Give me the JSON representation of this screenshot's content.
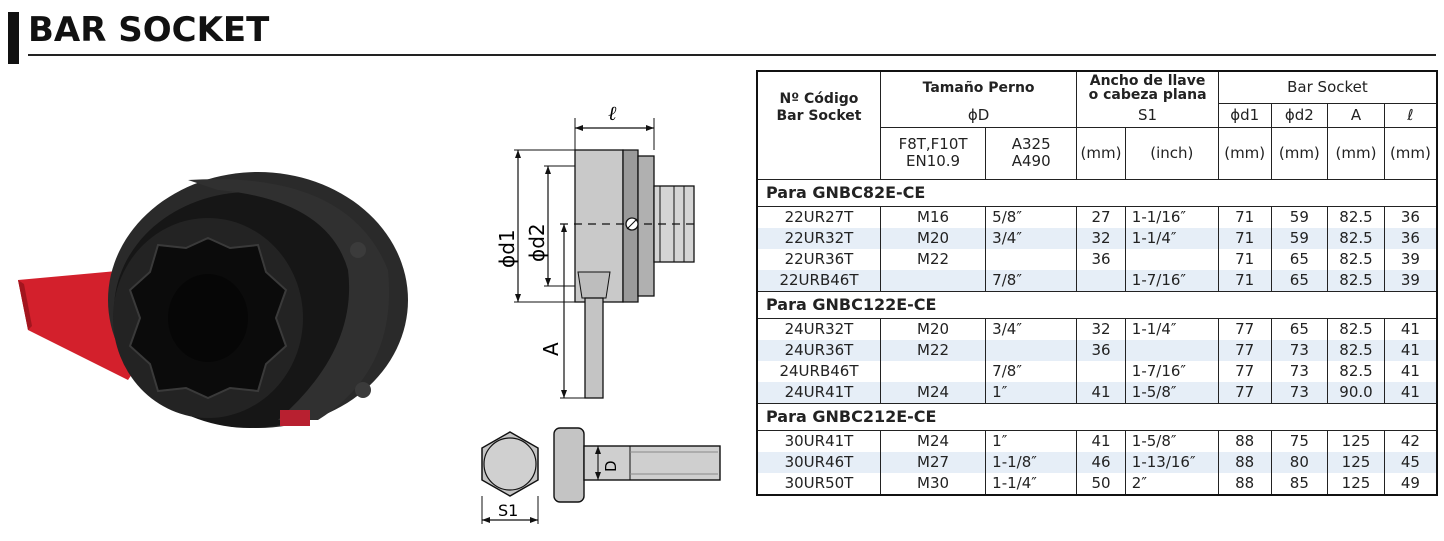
{
  "header": {
    "title": "BAR SOCKET"
  },
  "table": {
    "head": {
      "code_label_1": "Nº Código",
      "code_label_2": "Bar Socket",
      "bolt_size": "Tamaño Perno",
      "phi_d": "ϕD",
      "f8t": "F8T,F10T",
      "en109": "EN10.9",
      "a325": "A325",
      "a490": "A490",
      "width_1": "Ancho de llave",
      "width_2": "o cabeza plana",
      "s1": "S1",
      "mm": "(mm)",
      "inch": "(inch)",
      "bar_socket": "Bar Socket",
      "d1": "ϕd1",
      "d2": "ϕd2",
      "a": "A",
      "l": "ℓ"
    },
    "groups": [
      {
        "title": "Para GNBC82E-CE",
        "rows": [
          [
            "22UR27T",
            "M16",
            "5/8″",
            "27",
            "1-1/16″",
            "71",
            "59",
            "82.5",
            "36"
          ],
          [
            "22UR32T",
            "M20",
            "3/4″",
            "32",
            "1-1/4″",
            "71",
            "59",
            "82.5",
            "36"
          ],
          [
            "22UR36T",
            "M22",
            "",
            "36",
            "",
            "71",
            "65",
            "82.5",
            "39"
          ],
          [
            "22URB46T",
            "",
            "7/8″",
            "",
            "1-7/16″",
            "71",
            "65",
            "82.5",
            "39"
          ]
        ]
      },
      {
        "title": "Para GNBC122E-CE",
        "rows": [
          [
            "24UR32T",
            "M20",
            "3/4″",
            "32",
            "1-1/4″",
            "77",
            "65",
            "82.5",
            "41"
          ],
          [
            "24UR36T",
            "M22",
            "",
            "36",
            "",
            "77",
            "73",
            "82.5",
            "41"
          ],
          [
            "24URB46T",
            "",
            "7/8″",
            "",
            "1-7/16″",
            "77",
            "73",
            "82.5",
            "41"
          ],
          [
            "24UR41T",
            "M24",
            "1″",
            "41",
            "1-5/8″",
            "77",
            "73",
            "90.0",
            "41"
          ]
        ]
      },
      {
        "title": "Para GNBC212E-CE",
        "rows": [
          [
            "30UR41T",
            "M24",
            "1″",
            "41",
            "1-5/8″",
            "88",
            "75",
            "125",
            "42"
          ],
          [
            "30UR46T",
            "M27",
            "1-1/8″",
            "46",
            "1-13/16″",
            "88",
            "80",
            "125",
            "45"
          ],
          [
            "30UR50T",
            "M30",
            "1-1/4″",
            "50",
            "2″",
            "88",
            "85",
            "125",
            "49"
          ]
        ]
      }
    ]
  },
  "drawing": {
    "label_l": "ℓ",
    "label_d1": "ϕd1",
    "label_d2": "ϕd2",
    "label_a": "A",
    "label_d": "D",
    "label_s1": "S1"
  },
  "colors": {
    "socket_body": "#1c1c1c",
    "handle": "#d3202c",
    "shade": "#e6eef7"
  }
}
